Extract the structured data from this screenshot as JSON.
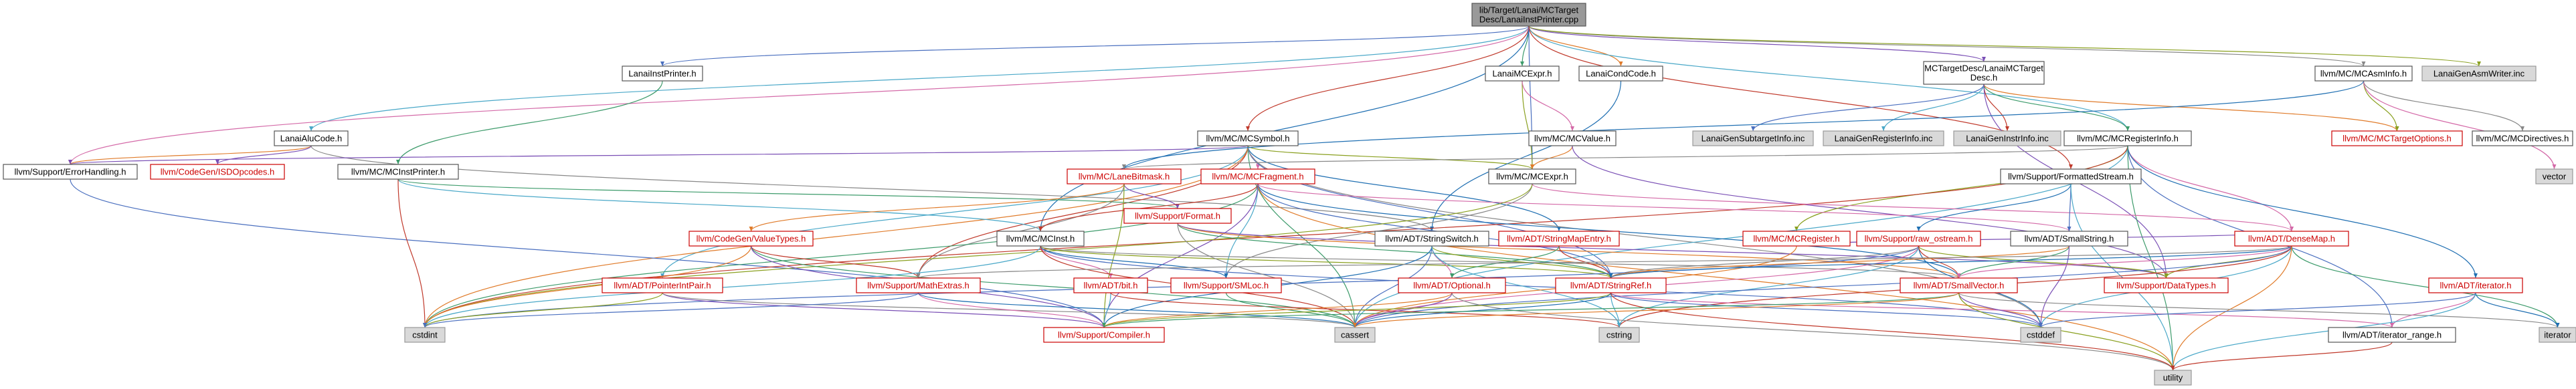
{
  "title": "libTarget/Lanai/MCTargetDesc/LanaiInstPrinter.cpp",
  "nodes": [
    {
      "id": "root",
      "lines": [
        "lib/Target/Lanai/MCTarget",
        "Desc/LanaiInstPrinter.cpp"
      ],
      "style": "root"
    },
    {
      "id": "LanaiInstPrinter",
      "lines": [
        "LanaiInstPrinter.h"
      ],
      "style": "normal"
    },
    {
      "id": "LanaiAluCode",
      "lines": [
        "LanaiAluCode.h"
      ],
      "style": "normal"
    },
    {
      "id": "MCSymbol",
      "lines": [
        "llvm/MC/MCSymbol.h"
      ],
      "style": "normal"
    },
    {
      "id": "LanaiMCExpr",
      "lines": [
        "LanaiMCExpr.h"
      ],
      "style": "normal"
    },
    {
      "id": "LanaiCondCode",
      "lines": [
        "LanaiCondCode.h"
      ],
      "style": "normal"
    },
    {
      "id": "MCTargetDesc",
      "lines": [
        "MCTargetDesc/LanaiMCTarget",
        "Desc.h"
      ],
      "style": "normal"
    },
    {
      "id": "MCAsmInfo",
      "lines": [
        "llvm/MC/MCAsmInfo.h"
      ],
      "style": "normal"
    },
    {
      "id": "LanaiGenAsmWriter",
      "lines": [
        "LanaiGenAsmWriter.inc"
      ],
      "style": "gray"
    },
    {
      "id": "ErrorHandling",
      "lines": [
        "llvm/Support/ErrorHandling.h"
      ],
      "style": "normal"
    },
    {
      "id": "ISDOpcodes",
      "lines": [
        "llvm/CodeGen/ISDOpcodes.h"
      ],
      "style": "red"
    },
    {
      "id": "MCInstPrinter",
      "lines": [
        "llvm/MC/MCInstPrinter.h"
      ],
      "style": "normal"
    },
    {
      "id": "MCValue",
      "lines": [
        "llvm/MC/MCValue.h"
      ],
      "style": "normal"
    },
    {
      "id": "LanaiGenSubtargetInfo",
      "lines": [
        "LanaiGenSubtargetInfo.inc"
      ],
      "style": "gray"
    },
    {
      "id": "LanaiGenRegisterInfo",
      "lines": [
        "LanaiGenRegisterInfo.inc"
      ],
      "style": "gray"
    },
    {
      "id": "LanaiGenInstrInfo",
      "lines": [
        "LanaiGenInstrInfo.inc"
      ],
      "style": "gray"
    },
    {
      "id": "MCRegisterInfo",
      "lines": [
        "llvm/MC/MCRegisterInfo.h"
      ],
      "style": "normal"
    },
    {
      "id": "MCTargetOptions",
      "lines": [
        "llvm/MC/MCTargetOptions.h"
      ],
      "style": "red"
    },
    {
      "id": "MCDirectives",
      "lines": [
        "llvm/MC/MCDirectives.h"
      ],
      "style": "normal"
    },
    {
      "id": "vector",
      "lines": [
        "vector"
      ],
      "style": "gray"
    },
    {
      "id": "MCLaneBitmask",
      "lines": [
        "llvm/MC/LaneBitmask.h"
      ],
      "style": "red"
    },
    {
      "id": "MCFragment",
      "lines": [
        "llvm/MC/MCFragment.h"
      ],
      "style": "red"
    },
    {
      "id": "MCExpr",
      "lines": [
        "llvm/MC/MCExpr.h"
      ],
      "style": "normal"
    },
    {
      "id": "FormattedStream",
      "lines": [
        "llvm/Support/FormattedStream.h"
      ],
      "style": "normal"
    },
    {
      "id": "ValueTypes",
      "lines": [
        "llvm/CodeGen/ValueTypes.h"
      ],
      "style": "red"
    },
    {
      "id": "MCInst",
      "lines": [
        "llvm/MC/MCInst.h"
      ],
      "style": "normal"
    },
    {
      "id": "SupportFormat",
      "lines": [
        "llvm/Support/Format.h"
      ],
      "style": "red"
    },
    {
      "id": "StringSwitch",
      "lines": [
        "llvm/ADT/StringSwitch.h"
      ],
      "style": "normal"
    },
    {
      "id": "StringMapEntry",
      "lines": [
        "llvm/ADT/StringMapEntry.h"
      ],
      "style": "red"
    },
    {
      "id": "MCRegister",
      "lines": [
        "llvm/MC/MCRegister.h"
      ],
      "style": "red"
    },
    {
      "id": "rawostream",
      "lines": [
        "llvm/Support/raw_ostream.h"
      ],
      "style": "red"
    },
    {
      "id": "SmallString",
      "lines": [
        "llvm/ADT/SmallString.h"
      ],
      "style": "normal"
    },
    {
      "id": "DenseMap",
      "lines": [
        "llvm/ADT/DenseMap.h"
      ],
      "style": "red"
    },
    {
      "id": "PointerIntPair",
      "lines": [
        "llvm/ADT/PointerIntPair.h"
      ],
      "style": "red"
    },
    {
      "id": "MathExtras",
      "lines": [
        "llvm/Support/MathExtras.h"
      ],
      "style": "red"
    },
    {
      "id": "bit",
      "lines": [
        "llvm/ADT/bit.h"
      ],
      "style": "red"
    },
    {
      "id": "SMLoc",
      "lines": [
        "llvm/Support/SMLoc.h"
      ],
      "style": "red"
    },
    {
      "id": "Optional",
      "lines": [
        "llvm/ADT/Optional.h"
      ],
      "style": "red"
    },
    {
      "id": "StringRef",
      "lines": [
        "llvm/ADT/StringRef.h"
      ],
      "style": "red"
    },
    {
      "id": "SmallVector",
      "lines": [
        "llvm/ADT/SmallVector.h"
      ],
      "style": "red"
    },
    {
      "id": "DataTypes",
      "lines": [
        "llvm/Support/DataTypes.h"
      ],
      "style": "red"
    },
    {
      "id": "ADTIterator",
      "lines": [
        "llvm/ADT/iterator.h"
      ],
      "style": "red"
    },
    {
      "id": "cstdint",
      "lines": [
        "cstdint"
      ],
      "style": "gray"
    },
    {
      "id": "Compiler",
      "lines": [
        "llvm/Support/Compiler.h"
      ],
      "style": "red"
    },
    {
      "id": "cassert",
      "lines": [
        "cassert"
      ],
      "style": "gray"
    },
    {
      "id": "cstring",
      "lines": [
        "cstring"
      ],
      "style": "gray"
    },
    {
      "id": "cstddef",
      "lines": [
        "cstddef"
      ],
      "style": "gray"
    },
    {
      "id": "iteratorrange",
      "lines": [
        "llvm/ADT/iterator_range.h"
      ],
      "style": "normal"
    },
    {
      "id": "stditerator",
      "lines": [
        "iterator"
      ],
      "style": "gray"
    },
    {
      "id": "utility",
      "lines": [
        "utility"
      ],
      "style": "gray"
    }
  ],
  "edges": [
    [
      "root",
      "LanaiInstPrinter"
    ],
    [
      "root",
      "LanaiAluCode"
    ],
    [
      "root",
      "MCSymbol"
    ],
    [
      "root",
      "LanaiMCExpr"
    ],
    [
      "root",
      "LanaiCondCode"
    ],
    [
      "root",
      "MCTargetDesc"
    ],
    [
      "root",
      "MCAsmInfo"
    ],
    [
      "root",
      "LanaiGenAsmWriter"
    ],
    [
      "root",
      "ErrorHandling"
    ],
    [
      "root",
      "MCInst"
    ],
    [
      "root",
      "MCExpr"
    ],
    [
      "root",
      "MCRegisterInfo"
    ],
    [
      "root",
      "FormattedStream"
    ],
    [
      "LanaiInstPrinter",
      "MCInstPrinter"
    ],
    [
      "LanaiAluCode",
      "ErrorHandling"
    ],
    [
      "LanaiAluCode",
      "ISDOpcodes"
    ],
    [
      "LanaiAluCode",
      "StringSwitch"
    ],
    [
      "MCSymbol",
      "MCExpr"
    ],
    [
      "MCSymbol",
      "MCFragment"
    ],
    [
      "MCSymbol",
      "StringMapEntry"
    ],
    [
      "MCSymbol",
      "StringRef"
    ],
    [
      "MCSymbol",
      "PointerIntPair"
    ],
    [
      "MCSymbol",
      "MathExtras"
    ],
    [
      "MCSymbol",
      "cassert"
    ],
    [
      "MCSymbol",
      "cstdint"
    ],
    [
      "MCSymbol",
      "ErrorHandling"
    ],
    [
      "MCSymbol",
      "cstddef"
    ],
    [
      "LanaiMCExpr",
      "MCExpr"
    ],
    [
      "LanaiMCExpr",
      "MCValue"
    ],
    [
      "LanaiCondCode",
      "StringSwitch"
    ],
    [
      "MCTargetDesc",
      "LanaiGenSubtargetInfo"
    ],
    [
      "MCTargetDesc",
      "LanaiGenRegisterInfo"
    ],
    [
      "MCTargetDesc",
      "LanaiGenInstrInfo"
    ],
    [
      "MCTargetDesc",
      "MCRegisterInfo"
    ],
    [
      "MCTargetDesc",
      "MCTargetOptions"
    ],
    [
      "MCTargetDesc",
      "DataTypes"
    ],
    [
      "MCAsmInfo",
      "MCDirectives"
    ],
    [
      "MCAsmInfo",
      "MCTargetOptions"
    ],
    [
      "MCAsmInfo",
      "vector"
    ],
    [
      "MCAsmInfo",
      "MCLaneBitmask"
    ],
    [
      "ErrorHandling",
      "Compiler"
    ],
    [
      "MCInstPrinter",
      "MCInst"
    ],
    [
      "MCInstPrinter",
      "cstdint"
    ],
    [
      "MCInstPrinter",
      "SupportFormat"
    ],
    [
      "MCValue",
      "MCExpr"
    ],
    [
      "MCValue",
      "DataTypes"
    ],
    [
      "MCRegisterInfo",
      "MCLaneBitmask"
    ],
    [
      "MCRegisterInfo",
      "MCRegister"
    ],
    [
      "MCRegisterInfo",
      "DenseMap"
    ],
    [
      "MCRegisterInfo",
      "ADTIterator"
    ],
    [
      "MCRegisterInfo",
      "iteratorrange"
    ],
    [
      "MCRegisterInfo",
      "cassert"
    ],
    [
      "MCRegisterInfo",
      "cstdint"
    ],
    [
      "MCRegisterInfo",
      "utility"
    ],
    [
      "MCLaneBitmask",
      "ValueTypes"
    ],
    [
      "MCLaneBitmask",
      "SupportFormat"
    ],
    [
      "MCLaneBitmask",
      "MathExtras"
    ],
    [
      "MCLaneBitmask",
      "Compiler"
    ],
    [
      "MCFragment",
      "SmallString"
    ],
    [
      "MCFragment",
      "SmallVector"
    ],
    [
      "MCFragment",
      "StringRef"
    ],
    [
      "MCFragment",
      "SMLoc"
    ],
    [
      "MCFragment",
      "MCInst"
    ],
    [
      "MCFragment",
      "cstdint"
    ],
    [
      "MCFragment",
      "utility"
    ],
    [
      "MCFragment",
      "Compiler"
    ],
    [
      "MCExpr",
      "SMLoc"
    ],
    [
      "MCExpr",
      "cstdint"
    ],
    [
      "MCExpr",
      "DenseMap"
    ],
    [
      "FormattedStream",
      "rawostream"
    ],
    [
      "FormattedStream",
      "SmallString"
    ],
    [
      "FormattedStream",
      "utility"
    ],
    [
      "ValueTypes",
      "MathExtras"
    ],
    [
      "ValueTypes",
      "cassert"
    ],
    [
      "ValueTypes",
      "cstdint"
    ],
    [
      "ValueTypes",
      "Compiler"
    ],
    [
      "MCInst",
      "SmallVector"
    ],
    [
      "MCInst",
      "StringRef"
    ],
    [
      "MCInst",
      "bit"
    ],
    [
      "MCInst",
      "SMLoc"
    ],
    [
      "MCInst",
      "cstddef"
    ],
    [
      "MCInst",
      "cstdint"
    ],
    [
      "MCInst",
      "cassert"
    ],
    [
      "SupportFormat",
      "StringRef"
    ],
    [
      "SupportFormat",
      "SmallVector"
    ],
    [
      "SupportFormat",
      "DataTypes"
    ],
    [
      "SupportFormat",
      "cassert"
    ],
    [
      "StringSwitch",
      "StringRef"
    ],
    [
      "StringSwitch",
      "Optional"
    ],
    [
      "StringSwitch",
      "Compiler"
    ],
    [
      "StringSwitch",
      "cassert"
    ],
    [
      "StringSwitch",
      "cstring"
    ],
    [
      "StringMapEntry",
      "StringRef"
    ],
    [
      "StringMapEntry",
      "Optional"
    ],
    [
      "MCRegister",
      "cassert"
    ],
    [
      "MCRegister",
      "DenseMap"
    ],
    [
      "rawostream",
      "StringRef"
    ],
    [
      "rawostream",
      "DataTypes"
    ],
    [
      "rawostream",
      "cassert"
    ],
    [
      "rawostream",
      "cstddef"
    ],
    [
      "rawostream",
      "cstdint"
    ],
    [
      "rawostream",
      "cstring"
    ],
    [
      "rawostream",
      "SmallVector"
    ],
    [
      "SmallString",
      "SmallVector"
    ],
    [
      "SmallString",
      "StringRef"
    ],
    [
      "SmallString",
      "cstddef"
    ],
    [
      "DenseMap",
      "MathExtras"
    ],
    [
      "DenseMap",
      "DataTypes"
    ],
    [
      "DenseMap",
      "SmallVector"
    ],
    [
      "DenseMap",
      "StringRef"
    ],
    [
      "DenseMap",
      "cassert"
    ],
    [
      "DenseMap",
      "cstddef"
    ],
    [
      "DenseMap",
      "cstring"
    ],
    [
      "DenseMap",
      "stditerator"
    ],
    [
      "DenseMap",
      "utility"
    ],
    [
      "PointerIntPair",
      "Compiler"
    ],
    [
      "PointerIntPair",
      "cassert"
    ],
    [
      "PointerIntPair",
      "cstdint"
    ],
    [
      "MathExtras",
      "Compiler"
    ],
    [
      "MathExtras",
      "cassert"
    ],
    [
      "MathExtras",
      "cstdint"
    ],
    [
      "bit",
      "Compiler"
    ],
    [
      "bit",
      "cstring"
    ],
    [
      "SMLoc",
      "cassert"
    ],
    [
      "Optional",
      "Compiler"
    ],
    [
      "Optional",
      "cassert"
    ],
    [
      "Optional",
      "utility"
    ],
    [
      "StringRef",
      "Compiler"
    ],
    [
      "StringRef",
      "iteratorrange"
    ],
    [
      "StringRef",
      "cassert"
    ],
    [
      "StringRef",
      "cstddef"
    ],
    [
      "StringRef",
      "cstring"
    ],
    [
      "StringRef",
      "utility"
    ],
    [
      "SmallVector",
      "Compiler"
    ],
    [
      "SmallVector",
      "cassert"
    ],
    [
      "SmallVector",
      "cstddef"
    ],
    [
      "SmallVector",
      "stditerator"
    ],
    [
      "SmallVector",
      "utility"
    ],
    [
      "ADTIterator",
      "iteratorrange"
    ],
    [
      "ADTIterator",
      "stditerator"
    ],
    [
      "ADTIterator",
      "cstddef"
    ],
    [
      "ADTIterator",
      "utility"
    ],
    [
      "iteratorrange",
      "utility"
    ]
  ],
  "colors": {
    "edge_palette": [
      "#4a6fbf",
      "#4aa8c8",
      "#c0392b",
      "#3d9b6b",
      "#e07b2a",
      "#7a4fb5",
      "#888888",
      "#8aa020",
      "#d46aa8",
      "#1f6fb2"
    ]
  }
}
